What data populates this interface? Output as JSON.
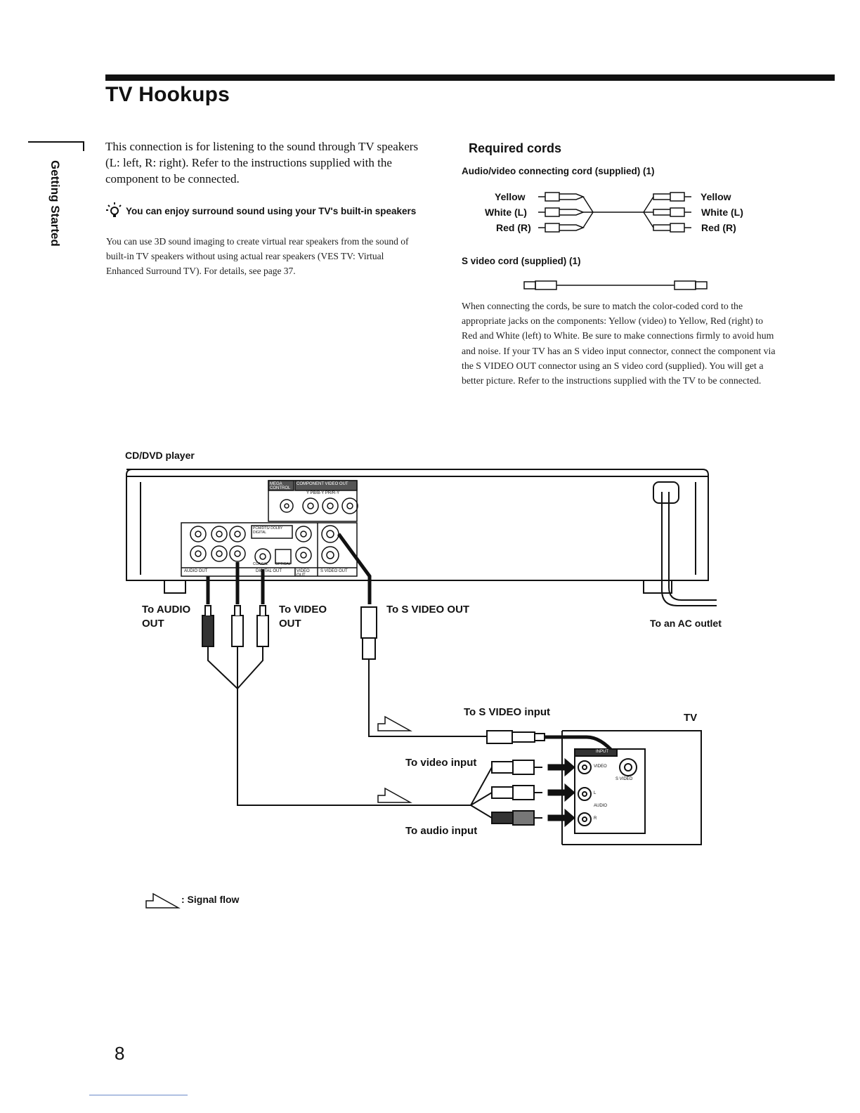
{
  "header": {
    "title": "TV Hookups"
  },
  "side_tab": {
    "label": "Getting Started"
  },
  "intro": {
    "text": "This connection is for listening to the sound through TV speakers (L: left, R: right). Refer to the instructions supplied with the component to be connected."
  },
  "tip": {
    "icon": "lightbulb-tip-icon",
    "heading": "You can enjoy surround sound using your TV's built-in speakers",
    "body": "You can use 3D sound imaging to create virtual rear speakers from the sound of built-in TV speakers without using actual rear speakers (VES TV: Virtual Enhanced Surround TV). For details, see page 37."
  },
  "required_cords": {
    "heading": "Required cords",
    "av_cord": {
      "label": "Audio/video connecting cord (supplied) (1)",
      "left_plugs": [
        "Yellow",
        "White (L)",
        "Red (R)"
      ],
      "right_plugs": [
        "Yellow",
        "White (L)",
        "Red (R)"
      ]
    },
    "s_video_cord": {
      "label": "S video cord (supplied) (1)"
    },
    "connection_text": "When connecting the cords, be sure to match the color-coded cord to the appropriate jacks on the components: Yellow (video) to Yellow, Red (right) to Red and White (left) to White. Be sure to make connections firmly to avoid hum and noise. If your TV has an S video input connector, connect the component via the S VIDEO OUT connector using an S video cord (supplied). You will get a better picture. Refer to the instructions supplied with the TV to be connected."
  },
  "diagram": {
    "player_label": "CD/DVD player",
    "to_audio_out": "To AUDIO OUT",
    "to_video_out": "To VIDEO OUT",
    "to_s_video_out": "To S VIDEO OUT",
    "to_ac_outlet": "To an AC outlet",
    "to_s_video_input": "To S VIDEO input",
    "tv_label": "TV",
    "to_video_input": "To video input",
    "to_audio_input": "To audio input",
    "signal_flow_legend": ": Signal flow",
    "player_panel": {
      "mega_control": "MEGA CONTROL",
      "component_video_out": "COMPONENT VIDEO OUT",
      "component_jacks": "Y  PB/B-Y  PR/R-Y",
      "audio_out": "AUDIO OUT",
      "pcm_dts": "PCM/DTS/ DOLBY DIGITAL",
      "coaxial": "COAXIAL",
      "optical": "OPTICAL",
      "digital_out": "DIGITAL OUT",
      "video_out": "VIDEO OUT",
      "s_video_out": "S VIDEO OUT"
    },
    "tv_panel": {
      "input": "INPUT",
      "video": "VIDEO",
      "s_video": "S VIDEO",
      "audio": "AUDIO",
      "l": "L",
      "r": "R"
    }
  },
  "footer": {
    "page_number": "8"
  }
}
